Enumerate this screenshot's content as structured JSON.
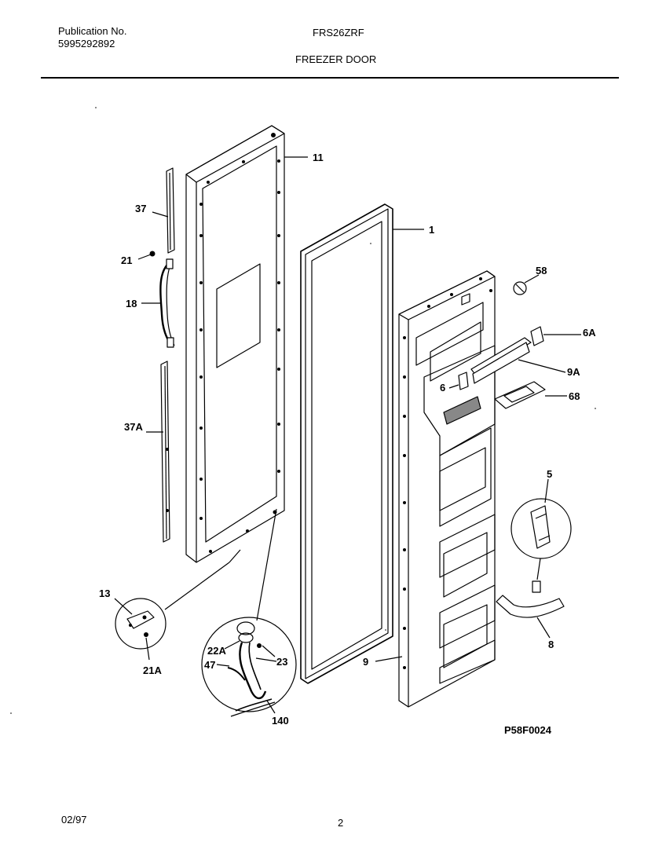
{
  "header": {
    "publication_label": "Publication No.",
    "publication_number": "5995292892",
    "model": "FRS26ZRF",
    "section_title": "FREEZER DOOR"
  },
  "diagram": {
    "figure_code": "P58F0024",
    "callouts": [
      "11",
      "37",
      "21",
      "18",
      "37A",
      "13",
      "21A",
      "1",
      "58",
      "6A",
      "9A",
      "6",
      "68",
      "5",
      "8",
      "9",
      "22A",
      "47",
      "23",
      "140"
    ]
  },
  "footer": {
    "date": "02/97",
    "page": "2"
  }
}
